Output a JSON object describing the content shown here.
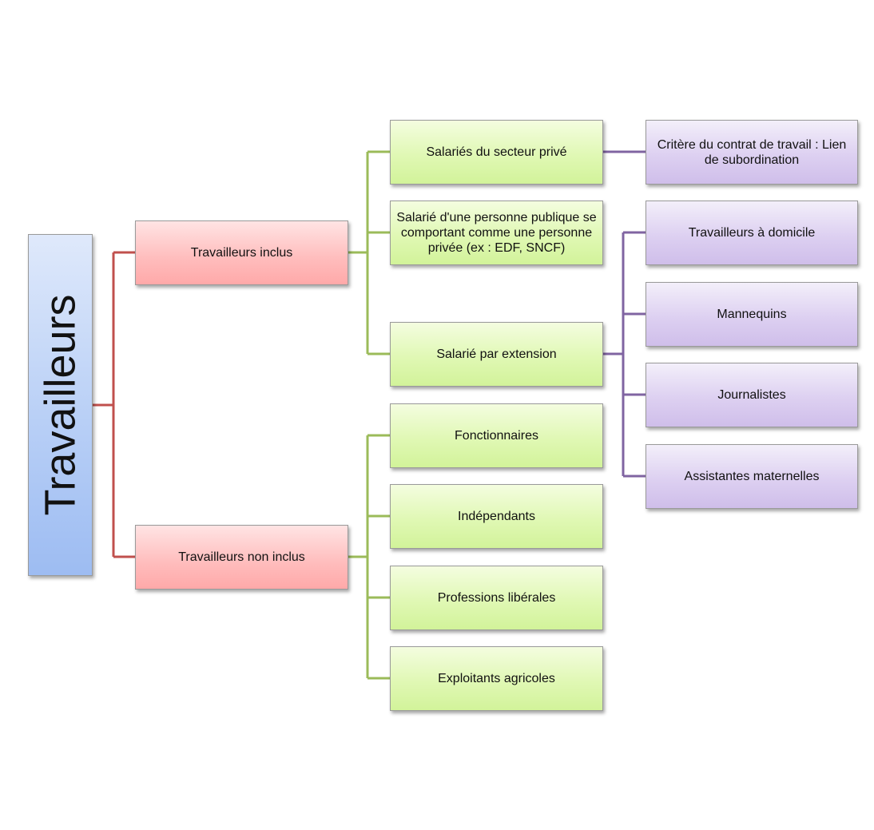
{
  "root": {
    "label": "Travailleurs"
  },
  "groups": {
    "inclus": {
      "label": "Travailleurs inclus",
      "children": {
        "prive": {
          "label": "Salariés du secteur privé",
          "detail": "Critère du contrat de travail : Lien de subordination"
        },
        "public": {
          "label": "Salarié d'une personne publique se comportant comme une personne privée (ex : EDF, SNCF)"
        },
        "extension": {
          "label": "Salarié par extension",
          "examples": [
            "Travailleurs à domicile",
            "Mannequins",
            "Journalistes",
            "Assistantes maternelles"
          ]
        }
      }
    },
    "non_inclus": {
      "label": "Travailleurs non inclus",
      "children": [
        "Fonctionnaires",
        "Indépendants",
        "Professions libérales",
        "Exploitants agricoles"
      ]
    }
  },
  "colors": {
    "root_connector": "#c0504d",
    "level1_connector": "#9bbb59",
    "level2_connector": "#8064a2"
  }
}
